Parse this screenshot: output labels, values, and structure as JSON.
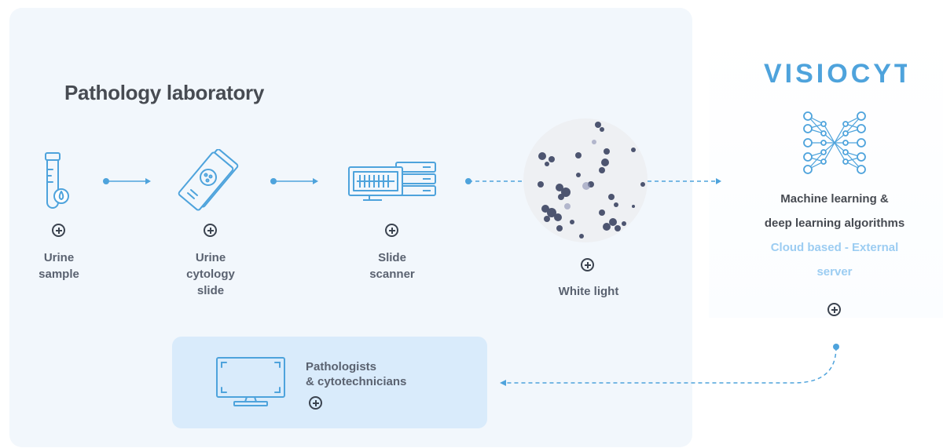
{
  "title": "Pathology laboratory",
  "steps": [
    {
      "line1": "Urine",
      "line2": "sample",
      "line3": ""
    },
    {
      "line1": "Urine",
      "line2": "cytology",
      "line3": "slide"
    },
    {
      "line1": "Slide",
      "line2": "scanner",
      "line3": ""
    },
    {
      "line1": "White light",
      "line2": "",
      "line3": ""
    }
  ],
  "visiocyt": {
    "logo": "VISIOCYT",
    "ml_line1": "Machine learning &",
    "ml_line2": "deep learning algorithms",
    "cloud_line1": "Cloud based - External",
    "cloud_line2": "server"
  },
  "bottom": {
    "line1": "Pathologists",
    "line2": "& cytotechnicians"
  },
  "colors": {
    "accent": "#4ea3dc",
    "panel": "#f2f7fc",
    "bottom_box": "#d9ebfb",
    "cloud_text": "#9ccdf2"
  }
}
